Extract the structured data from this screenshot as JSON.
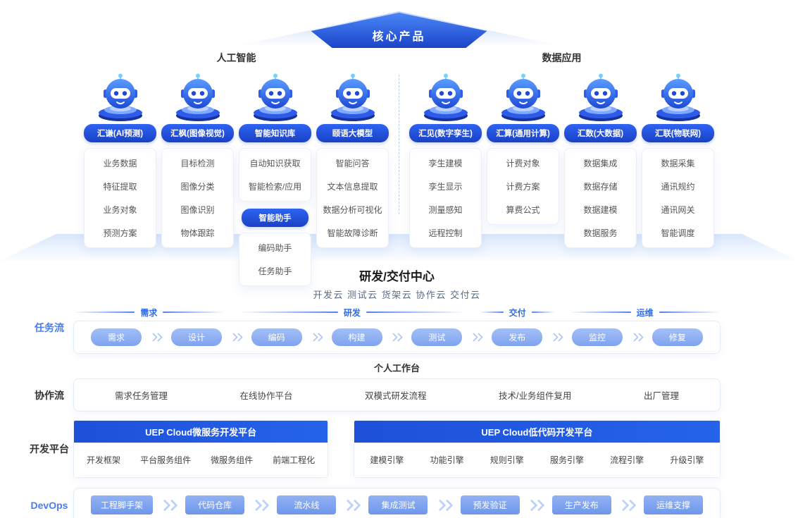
{
  "hero": {
    "title": "核心产品"
  },
  "groups": [
    {
      "title": "人工智能",
      "columns": [
        {
          "title": "汇谦(AI预测)",
          "items": [
            "业务数据",
            "特征提取",
            "业务对象",
            "预测方案"
          ]
        },
        {
          "title": "汇枫(图像视觉)",
          "items": [
            "目标检测",
            "图像分类",
            "图像识别",
            "物体跟踪"
          ]
        },
        {
          "title": "智能知识库",
          "items": [
            "自动知识获取",
            "智能检索/应用"
          ],
          "sub_title": "智能助手",
          "sub_items": [
            "编码助手",
            "任务助手"
          ]
        },
        {
          "title": "颐语大模型",
          "items": [
            "智能问答",
            "文本信息提取",
            "数据分析可视化",
            "智能故障诊断"
          ]
        }
      ]
    },
    {
      "title": "数据应用",
      "columns": [
        {
          "title": "汇见(数字孪生)",
          "items": [
            "孪生建模",
            "孪生显示",
            "测量感知",
            "远程控制"
          ]
        },
        {
          "title": "汇算(通用计算)",
          "items": [
            "计费对象",
            "计费方案",
            "算费公式"
          ]
        },
        {
          "title": "汇数(大数据)",
          "items": [
            "数据集成",
            "数据存储",
            "数据建模",
            "数据服务"
          ]
        },
        {
          "title": "汇联(物联网)",
          "items": [
            "数据采集",
            "通讯规约",
            "通讯网关",
            "智能调度"
          ]
        }
      ]
    }
  ],
  "delivery": {
    "title": "研发/交付中心",
    "subtitle": "开发云 测试云 货架云 协作云 交付云",
    "task_flow": {
      "label": "任务流",
      "groups": [
        {
          "name": "需求",
          "steps": [
            "需求",
            "设计"
          ]
        },
        {
          "name": "研发",
          "steps": [
            "编码",
            "构建",
            "测试"
          ]
        },
        {
          "name": "交付",
          "steps": [
            "发布"
          ]
        },
        {
          "name": "运维",
          "steps": [
            "监控",
            "修复"
          ]
        }
      ]
    },
    "workbench": "个人工作台",
    "collab": {
      "label": "协作流",
      "items": [
        "需求任务管理",
        "在线协作平台",
        "双模式研发流程",
        "技术/业务组件复用",
        "出厂管理"
      ]
    },
    "dev_platform": {
      "label": "开发平台",
      "boxes": [
        {
          "title": "UEP Cloud微服务开发平台",
          "items": [
            "开发框架",
            "平台服务组件",
            "微服务组件",
            "前端工程化"
          ]
        },
        {
          "title": "UEP Cloud低代码开发平台",
          "items": [
            "建模引擎",
            "功能引擎",
            "规则引擎",
            "服务引擎",
            "流程引擎",
            "升级引擎"
          ]
        }
      ]
    },
    "devops": {
      "label": "DevOps",
      "steps": [
        "工程脚手架",
        "代码仓库",
        "流水线",
        "集成测试",
        "预发验证",
        "生产发布",
        "运维支撑"
      ]
    }
  },
  "colors": {
    "primary": "#1E52D9",
    "pill_dark": "#1C46CF",
    "pill_light": "#8FAEF2",
    "accent_text": "#2E6BEB"
  }
}
